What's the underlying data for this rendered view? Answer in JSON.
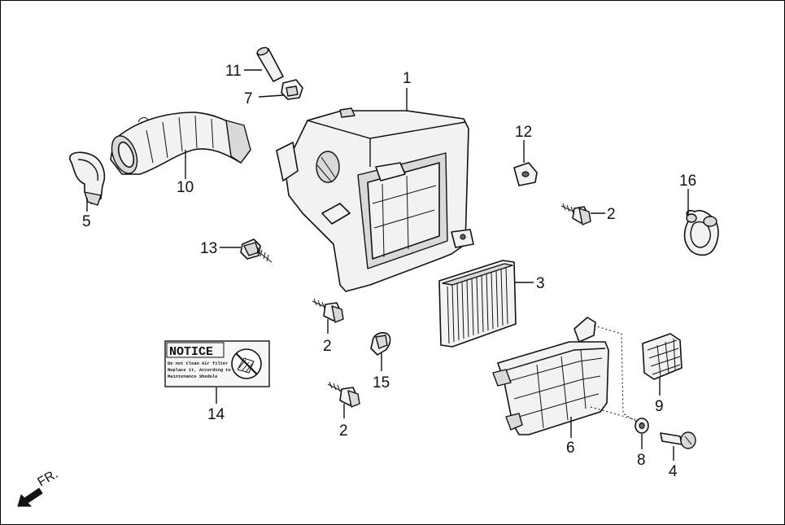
{
  "callouts": {
    "p1": "1",
    "p2a": "2",
    "p2b": "2",
    "p2c": "2",
    "p3": "3",
    "p4": "4",
    "p5": "5",
    "p6": "6",
    "p7": "7",
    "p8": "8",
    "p9": "9",
    "p10": "10",
    "p11": "11",
    "p12": "12",
    "p13": "13",
    "p14": "14",
    "p15": "15",
    "p16": "16"
  },
  "notice_label": {
    "title": "NOTICE",
    "line1": "Do not Clean Air filter",
    "line2": "Replace it, According to",
    "line3": "Maintenance Shedule"
  },
  "direction": {
    "text": "FR."
  }
}
